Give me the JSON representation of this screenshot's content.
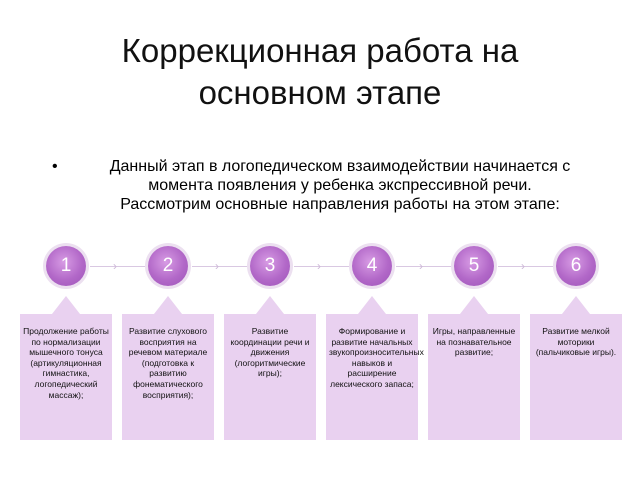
{
  "slide": {
    "title_line1": "Коррекционная работа на",
    "title_line2": "основном этапе",
    "bullet_symbol": "•",
    "bullet_lines": [
      "Данный этап в логопедическом взаимодействии начинается с",
      "момента появления у ребенка экспрессивной речи.",
      "Рассмотрим основные направления работы на этом этапе:"
    ]
  },
  "steps": [
    {
      "number": "1",
      "text": "Продолжение работы по нормализации мышечного тонуса (артикуляционная гимнастика, логопедический массаж);"
    },
    {
      "number": "2",
      "text": "Развитие слухового восприятия на речевом материале (подготовка к развитию фонематического восприятия);"
    },
    {
      "number": "3",
      "text": "Развитие координации речи и движения (логоритмические игры);"
    },
    {
      "number": "4",
      "text": "Формирование и развитие начальных звукопроизносительных навыков и расширение лексического запаса;"
    },
    {
      "number": "5",
      "text": "Игры, направленные на познавательное развитие;"
    },
    {
      "number": "6",
      "text": "Развитие мелкой моторики (пальчиковые игры)."
    }
  ],
  "colors": {
    "circle": "#b268c8",
    "card": "#e9d1f0",
    "connector": "#d9c8e2"
  }
}
